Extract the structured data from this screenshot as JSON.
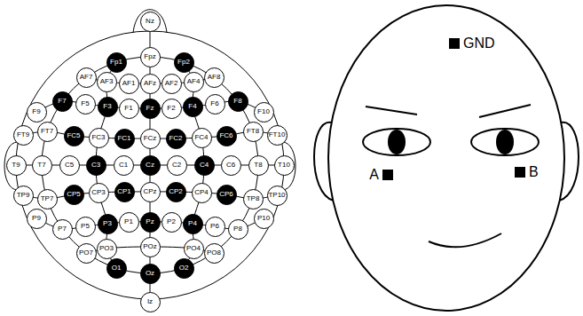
{
  "diagram": {
    "nodes": [
      {
        "text": [
          "Nz"
        ]
      },
      {
        "text": [
          "Fp1"
        ]
      },
      {
        "text": [
          "Fpz"
        ]
      },
      {
        "text": [
          "Fp2"
        ]
      },
      {
        "text": [
          "AF7"
        ]
      },
      {
        "text": [
          "AF3"
        ]
      },
      {
        "text": [
          "AF1"
        ]
      },
      {
        "text": [
          "AFz"
        ]
      },
      {
        "text": [
          "AF2"
        ]
      },
      {
        "text": [
          "AF4"
        ]
      },
      {
        "text": [
          "AF8"
        ]
      },
      {
        "text": [
          "F9"
        ]
      },
      {
        "text": [
          "F7"
        ]
      },
      {
        "text": [
          "F5"
        ]
      },
      {
        "text": [
          "F3"
        ]
      },
      {
        "text": [
          "F1"
        ]
      },
      {
        "text": [
          "Fz"
        ]
      },
      {
        "text": [
          "F2"
        ]
      },
      {
        "text": [
          "F4"
        ]
      },
      {
        "text": [
          "F6"
        ]
      },
      {
        "text": [
          "F8"
        ]
      },
      {
        "text": [
          "F10"
        ]
      },
      {
        "text": [
          "FT9"
        ]
      },
      {
        "text": [
          "FT7"
        ]
      },
      {
        "text": [
          "FC5"
        ]
      },
      {
        "text": [
          "FC3"
        ]
      },
      {
        "text": [
          "FC1"
        ]
      },
      {
        "text": [
          "FCz"
        ]
      },
      {
        "text": [
          "FC2"
        ]
      },
      {
        "text": [
          "FC4"
        ]
      },
      {
        "text": [
          "FC6"
        ]
      },
      {
        "text": [
          "FT8"
        ]
      },
      {
        "text": [
          "FT10"
        ]
      },
      {
        "text": [
          "T9"
        ]
      },
      {
        "text": [
          "T7"
        ]
      },
      {
        "text": [
          "C5"
        ]
      },
      {
        "text": [
          "C3"
        ]
      },
      {
        "text": [
          "C1"
        ]
      },
      {
        "text": [
          "Cz"
        ]
      },
      {
        "text": [
          "C2"
        ]
      },
      {
        "text": [
          "C4"
        ]
      },
      {
        "text": [
          "C6"
        ]
      },
      {
        "text": [
          "T8"
        ]
      },
      {
        "text": [
          "T10"
        ]
      },
      {
        "text": [
          "TP9"
        ]
      },
      {
        "text": [
          "TP7"
        ]
      },
      {
        "text": [
          "CP5"
        ]
      },
      {
        "text": [
          "CP3"
        ]
      },
      {
        "text": [
          "CP1"
        ]
      },
      {
        "text": [
          "CPz"
        ]
      },
      {
        "text": [
          "CP2"
        ]
      },
      {
        "text": [
          "CP4"
        ]
      },
      {
        "text": [
          "CP6"
        ]
      },
      {
        "text": [
          "TP8"
        ]
      },
      {
        "text": [
          "TP10"
        ]
      },
      {
        "text": [
          "P9"
        ]
      },
      {
        "text": [
          "P7"
        ]
      },
      {
        "text": [
          "P5"
        ]
      },
      {
        "text": [
          "P3"
        ]
      },
      {
        "text": [
          "P1"
        ]
      },
      {
        "text": [
          "Pz"
        ]
      },
      {
        "text": [
          "P2"
        ]
      },
      {
        "text": [
          "P4"
        ]
      },
      {
        "text": [
          "P6"
        ]
      },
      {
        "text": [
          "P8"
        ]
      },
      {
        "text": [
          "P10"
        ]
      },
      {
        "text": [
          "PO7"
        ]
      },
      {
        "text": [
          "PO3"
        ]
      },
      {
        "text": [
          "POz"
        ]
      },
      {
        "text": [
          "PO4"
        ]
      },
      {
        "text": [
          "PO8"
        ]
      },
      {
        "text": [
          "O1"
        ]
      },
      {
        "text": [
          "Oz"
        ]
      },
      {
        "text": [
          "O2"
        ]
      },
      {
        "text": [
          "Iz"
        ]
      },
      {
        "text": [
          "GND"
        ]
      },
      {
        "text": [
          "A"
        ]
      },
      {
        "text": [
          "B"
        ]
      }
    ]
  }
}
